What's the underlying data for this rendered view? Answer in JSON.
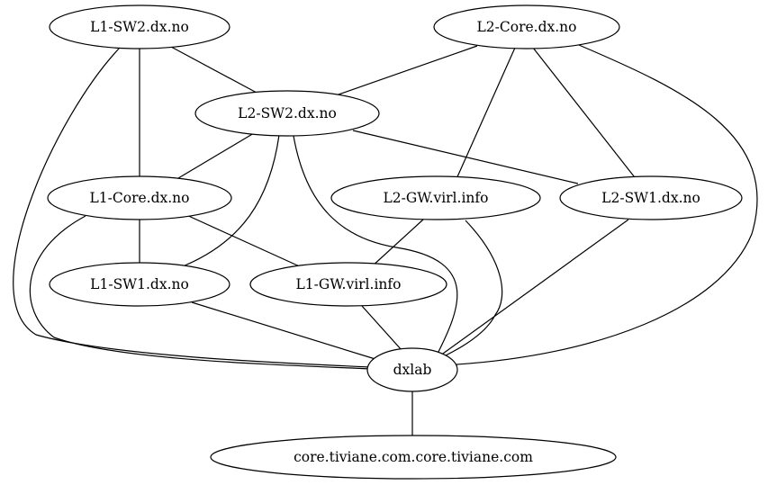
{
  "graph": {
    "colors": {
      "stroke": "#000000",
      "fill": "#ffffff"
    },
    "nodes": [
      {
        "id": "l1sw2",
        "label": "L1-SW2.dx.no"
      },
      {
        "id": "l2core",
        "label": "L2-Core.dx.no"
      },
      {
        "id": "l2sw2",
        "label": "L2-SW2.dx.no"
      },
      {
        "id": "l1core",
        "label": "L1-Core.dx.no"
      },
      {
        "id": "l2gw",
        "label": "L2-GW.virl.info"
      },
      {
        "id": "l2sw1",
        "label": "L2-SW1.dx.no"
      },
      {
        "id": "l1sw1",
        "label": "L1-SW1.dx.no"
      },
      {
        "id": "l1gw",
        "label": "L1-GW.virl.info"
      },
      {
        "id": "dxlab",
        "label": "dxlab"
      },
      {
        "id": "tiviane",
        "label": "core.tiviane.com.core.tiviane.com"
      }
    ],
    "edges": [
      {
        "from": "l1sw2",
        "to": "l2sw2"
      },
      {
        "from": "l1sw2",
        "to": "l1core"
      },
      {
        "from": "l1sw2",
        "to": "dxlab"
      },
      {
        "from": "l2core",
        "to": "l2sw2"
      },
      {
        "from": "l2core",
        "to": "l2gw"
      },
      {
        "from": "l2core",
        "to": "l2sw1"
      },
      {
        "from": "l2core",
        "to": "dxlab"
      },
      {
        "from": "l2sw2",
        "to": "l1core"
      },
      {
        "from": "l2sw2",
        "to": "l2sw1"
      },
      {
        "from": "l2sw2",
        "to": "l1sw1"
      },
      {
        "from": "l2sw2",
        "to": "dxlab"
      },
      {
        "from": "l1core",
        "to": "l1sw1"
      },
      {
        "from": "l1core",
        "to": "l1gw"
      },
      {
        "from": "l1core",
        "to": "dxlab"
      },
      {
        "from": "l2gw",
        "to": "l1gw"
      },
      {
        "from": "l2gw",
        "to": "dxlab"
      },
      {
        "from": "l2sw1",
        "to": "dxlab"
      },
      {
        "from": "l1sw1",
        "to": "dxlab"
      },
      {
        "from": "l1gw",
        "to": "dxlab"
      },
      {
        "from": "dxlab",
        "to": "tiviane"
      }
    ]
  }
}
